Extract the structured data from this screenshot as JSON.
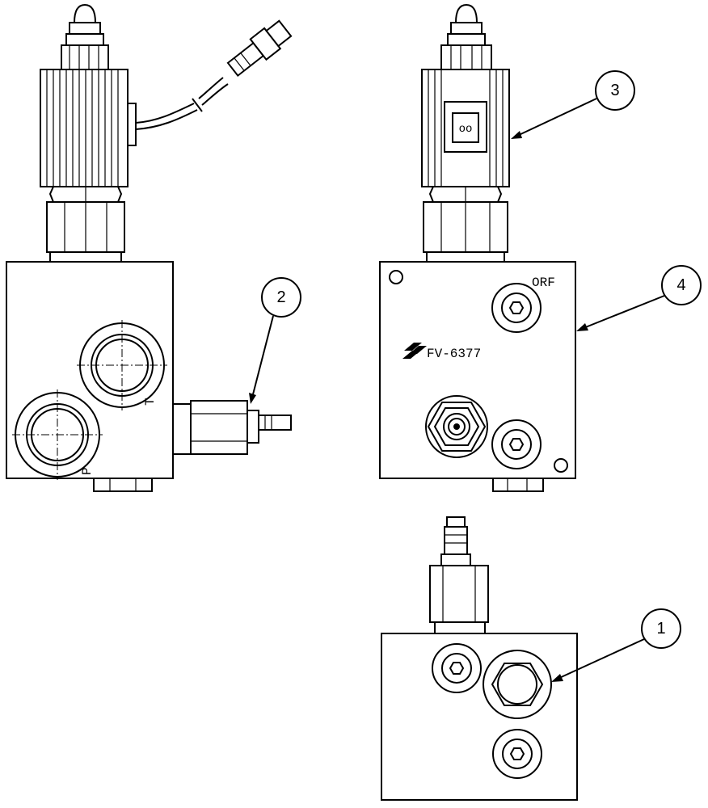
{
  "callouts": [
    {
      "id": "callout-1",
      "label": "1"
    },
    {
      "id": "callout-2",
      "label": "2"
    },
    {
      "id": "callout-3",
      "label": "3"
    },
    {
      "id": "callout-4",
      "label": "4"
    }
  ],
  "port_labels": {
    "tank": "T",
    "pressure": "P",
    "orifice": "ORF"
  },
  "part_number": "FV-6377",
  "coil_terminal_symbol": "oo",
  "icons": [
    "manufacturer-logo-icon",
    "hex-socket-plug-icon",
    "port-fitting-icon",
    "electrical-connector-icon"
  ]
}
